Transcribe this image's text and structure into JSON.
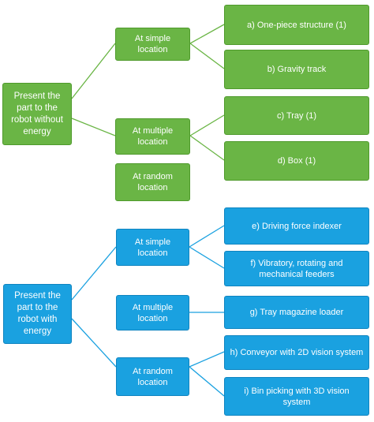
{
  "colors": {
    "green_fill": "#6ab545",
    "blue_fill": "#1aa1e0",
    "text": "#ffffff"
  },
  "without_energy": {
    "root": "Present the part to the robot without energy",
    "simple": {
      "label": "At simple location",
      "items": [
        "a) One-piece structure (1)",
        "b) Gravity track"
      ]
    },
    "multiple": {
      "label": "At multiple location",
      "items": [
        "c) Tray (1)",
        "d) Box (1)"
      ]
    },
    "random": {
      "label": "At random location"
    }
  },
  "with_energy": {
    "root": "Present the part to the robot with energy",
    "simple": {
      "label": "At simple location",
      "items": [
        "e) Driving force indexer",
        "f) Vibratory, rotating and mechanical feeders"
      ]
    },
    "multiple": {
      "label": "At multiple location",
      "items": [
        "g) Tray magazine loader"
      ]
    },
    "random": {
      "label": "At random location",
      "items": [
        "h) Conveyor with 2D vision system",
        "i) Bin picking with 3D vision system"
      ]
    }
  }
}
